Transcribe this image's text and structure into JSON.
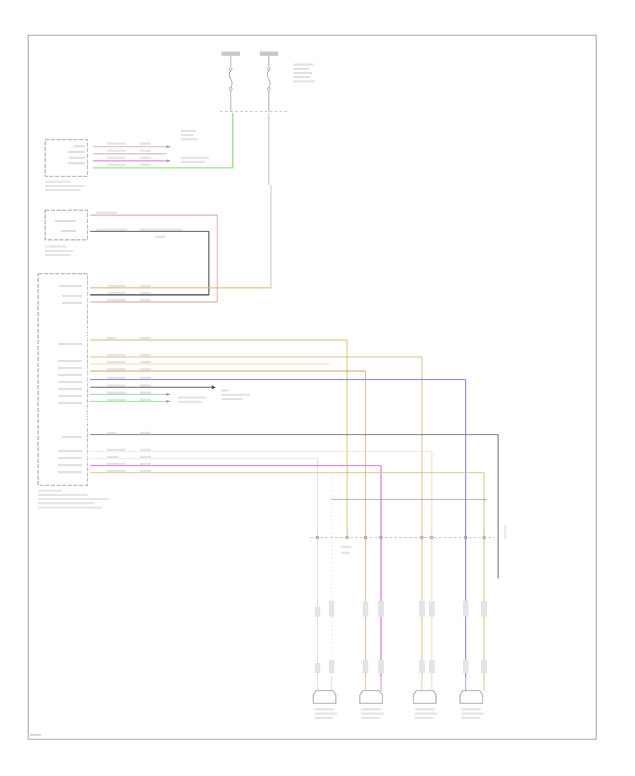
{
  "sheet_id": "",
  "colors": {
    "frame": "#9a9a9a",
    "wire_black": "#3a3a3a",
    "wire_gray": "#b0b0b0",
    "wire_green": "#7fdc6a",
    "wire_pink": "#e070e0",
    "wire_red": "#d8a0a0",
    "wire_orange": "#e0b070",
    "wire_yellow": "#d8c070",
    "wire_blue": "#7878d8",
    "wire_tan": "#d8c090",
    "wire_violet": "#b0a0d8"
  },
  "components": {
    "fuses": [
      {
        "id": "fuse-1"
      },
      {
        "id": "fuse-2"
      }
    ],
    "front_control_module": {
      "id": "front-control-module"
    },
    "antenna": {
      "id": "antenna-module"
    },
    "audio_unit": {
      "id": "audio-front-control-unit"
    },
    "speakers": [
      {
        "id": "left-front-door-speaker"
      },
      {
        "id": "right-front-door-speaker"
      },
      {
        "id": "left-rear-door-speaker"
      },
      {
        "id": "right-rear-door-speaker"
      }
    ]
  }
}
